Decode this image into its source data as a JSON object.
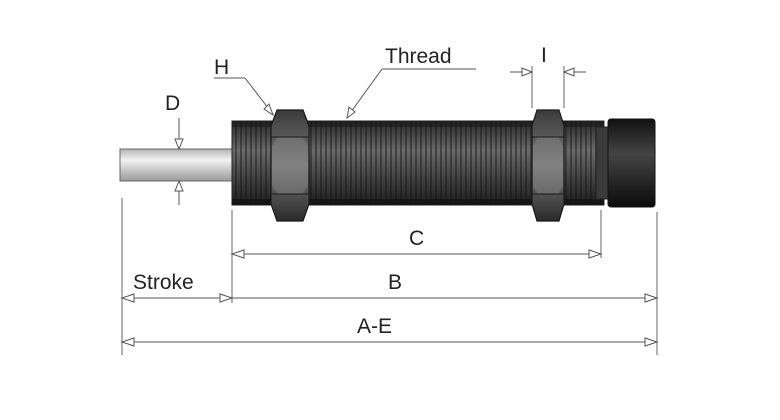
{
  "labels": {
    "h": "H",
    "thread": "Thread",
    "i": "I",
    "d": "D",
    "c": "C",
    "stroke": "Stroke",
    "b": "B",
    "a_e": "A-E"
  }
}
